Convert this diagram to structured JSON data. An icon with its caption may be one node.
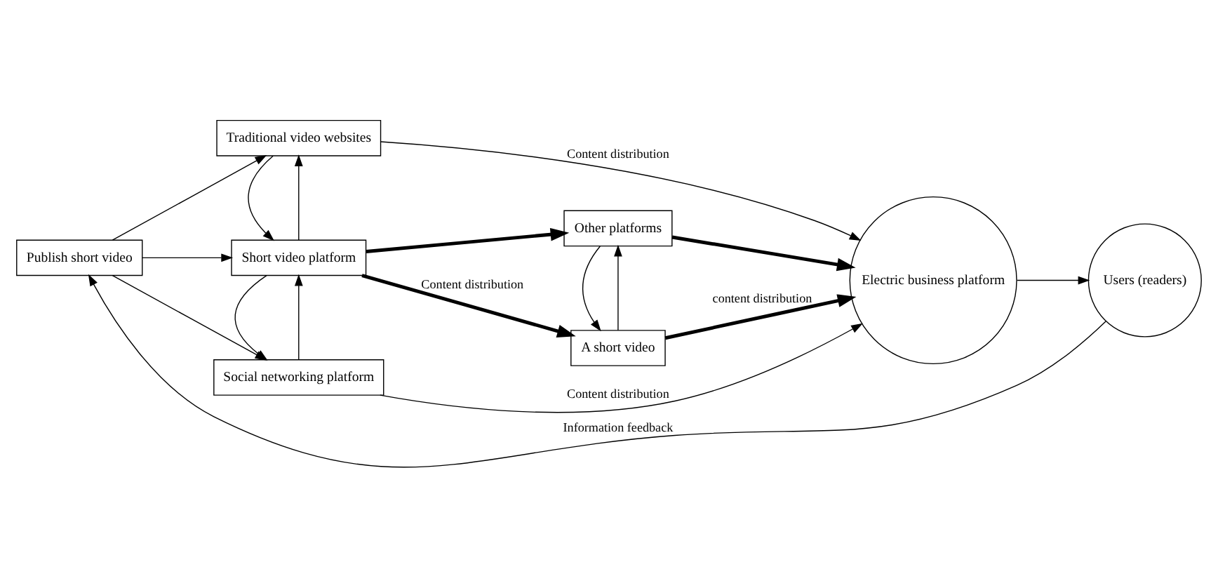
{
  "diagram": {
    "nodes": [
      {
        "text": [
          "Publish short video"
        ]
      },
      {
        "text": [
          "Social networking platform"
        ]
      },
      {
        "text": [
          "Short video platform"
        ]
      },
      {
        "text": [
          "Traditional video websites"
        ]
      },
      {
        "text": [
          "A short video"
        ]
      },
      {
        "text": [
          "Other platforms"
        ]
      },
      {
        "text": [
          "Electric business platform"
        ]
      },
      {
        "text": [
          "Users (readers)"
        ]
      }
    ],
    "edges": [
      {
        "from": 0,
        "to": 1,
        "arrow": "to"
      },
      {
        "from": 0,
        "to": 2,
        "arrow": "to"
      },
      {
        "from": 0,
        "to": 3,
        "arrow": "to"
      },
      {
        "from": 1,
        "to": 2,
        "arrow": "to"
      },
      {
        "from": 2,
        "to": 1,
        "arrow": "to"
      },
      {
        "from": 2,
        "to": 3,
        "arrow": "to"
      },
      {
        "from": 3,
        "to": 2,
        "arrow": "to"
      },
      {
        "from": 1,
        "to": 6,
        "arrow": "to",
        "label": "Content distribution"
      },
      {
        "from": 2,
        "to": 4,
        "arrow": "to",
        "style": "thick",
        "label": "Content distribution"
      },
      {
        "from": 2,
        "to": 5,
        "arrow": "to",
        "style": "thick"
      },
      {
        "from": 4,
        "to": 5,
        "arrow": "to"
      },
      {
        "from": 5,
        "to": 4,
        "arrow": "to"
      },
      {
        "from": 4,
        "to": 6,
        "arrow": "to",
        "style": "thick",
        "label": "content distribution"
      },
      {
        "from": 5,
        "to": 6,
        "arrow": "to",
        "style": "thick"
      },
      {
        "from": 3,
        "to": 6,
        "arrow": "to",
        "label": "Content distribution"
      },
      {
        "from": 6,
        "to": 7,
        "arrow": "to"
      },
      {
        "from": 7,
        "to": 0,
        "arrow": "to",
        "label": "Information feedback"
      }
    ]
  }
}
